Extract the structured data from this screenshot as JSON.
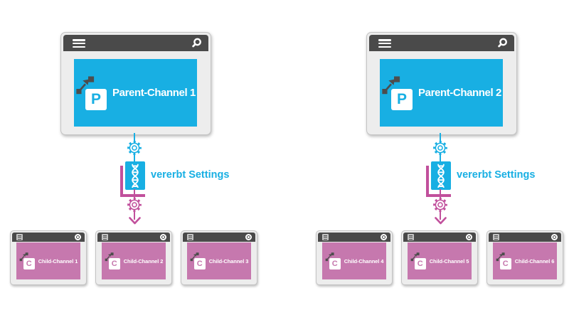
{
  "colors": {
    "cyan": "#18afe3",
    "pink": "#c678ae",
    "pink_dark": "#c1509c",
    "bar": "#4a4a4a",
    "win": "#ededed",
    "border": "#c4c4c4",
    "dark": "#4d4d4d"
  },
  "icons": {
    "menu": "hamburger-menu",
    "search": "magnifier",
    "settings": "gear",
    "inheritance": "dna-helix",
    "branch": "share-arrow",
    "flow_arrow": "arrow-down"
  },
  "groups": [
    {
      "parent": {
        "label": "Parent-Channel 1",
        "badge": "P"
      },
      "connector": {
        "label": "vererbt Settings"
      },
      "children": [
        {
          "label": "Child-Channel 1",
          "badge": "C"
        },
        {
          "label": "Child-Channel 2",
          "badge": "C"
        },
        {
          "label": "Child-Channel 3",
          "badge": "C"
        }
      ]
    },
    {
      "parent": {
        "label": "Parent-Channel 2",
        "badge": "P"
      },
      "connector": {
        "label": "vererbt Settings"
      },
      "children": [
        {
          "label": "Child-Channel 4",
          "badge": "C"
        },
        {
          "label": "Child-Channel 5",
          "badge": "C"
        },
        {
          "label": "Child-Channel 6",
          "badge": "C"
        }
      ]
    }
  ]
}
